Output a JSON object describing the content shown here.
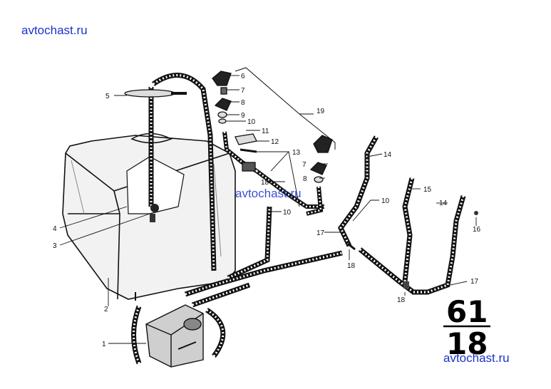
{
  "watermarks": {
    "top": "avtochast.ru",
    "middle": "avtochast.ru",
    "bottom": "avtochast.ru"
  },
  "page_number": {
    "group": "61",
    "sub": "18"
  },
  "callouts": [
    "1",
    "2",
    "3",
    "4",
    "5",
    "6",
    "7",
    "8",
    "9",
    "10",
    "11",
    "12",
    "13",
    "14",
    "15",
    "16",
    "17",
    "18",
    "19"
  ],
  "callout_10_extra": [
    "10",
    "10"
  ],
  "callout_7_extra": [
    "7"
  ],
  "callout_8_extra": [
    "8"
  ],
  "callout_14_extra": [
    "14"
  ],
  "callout_17_extra": [
    "17"
  ],
  "callout_18_extra": [
    "18",
    "18"
  ],
  "colors": {
    "ink": "#111111",
    "watermark": "#1a33cc"
  }
}
